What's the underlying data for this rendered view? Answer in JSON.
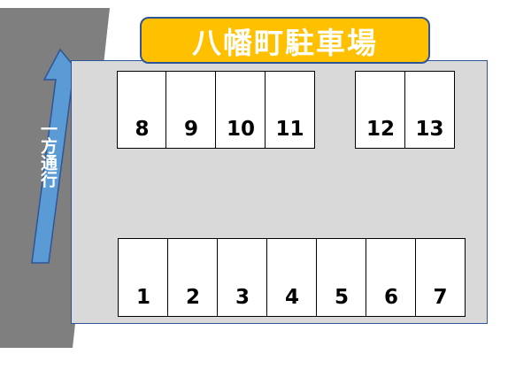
{
  "title": "八幡町駐車場",
  "direction_label": "一方通行",
  "colors": {
    "road": "#7f7f7f",
    "lot": "#d9d9d9",
    "title_bg": "#ffc000",
    "border_blue": "#2f5597",
    "arrow": "#5b9bd5"
  },
  "spaces": {
    "s1": "1",
    "s2": "2",
    "s3": "3",
    "s4": "4",
    "s5": "5",
    "s6": "6",
    "s7": "7",
    "s8": "8",
    "s9": "9",
    "s10": "10",
    "s11": "11",
    "s12": "12",
    "s13": "13"
  }
}
